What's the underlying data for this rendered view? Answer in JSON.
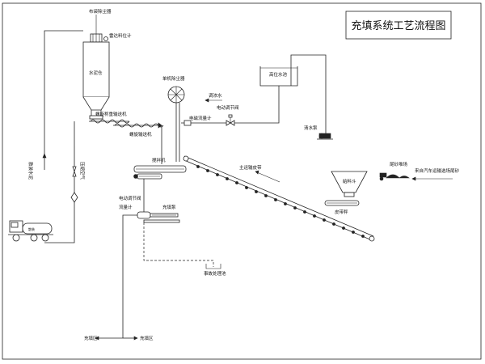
{
  "title": "充填系统工艺流程图",
  "labels": {
    "bag_filter": "布袋除尘器",
    "level_gauge": "雷达料位计",
    "cement_silo": "水泥仓",
    "screw_weigher": "螺旋称重输送机",
    "screw_conveyor": "螺旋输送机",
    "single_filter": "单机除尘器",
    "tune_water": "调浓水",
    "electric_valve_top": "电动调节阀",
    "electromag_meter": "电磁流量计",
    "high_tank": "高位水池",
    "clear_pump": "清水泵",
    "mixer": "搅拌机",
    "main_belt": "主运输皮带",
    "tail_yard": "尾砂堆场",
    "truck_source": "来自汽车运输选场尾砂",
    "hopper": "給料斗",
    "belt_scale": "皮带秤",
    "bulk_cement": "散装水泥",
    "compressed_air": "压缩空气",
    "electric_valve_low": "电动调节阀",
    "flow_meter": "流量计",
    "fill_pump": "充填泵",
    "accident_pool": "事故处理池",
    "fill_zone_left": "充填区",
    "fill_zone_right": "充填区",
    "truck_tank": "散装"
  }
}
